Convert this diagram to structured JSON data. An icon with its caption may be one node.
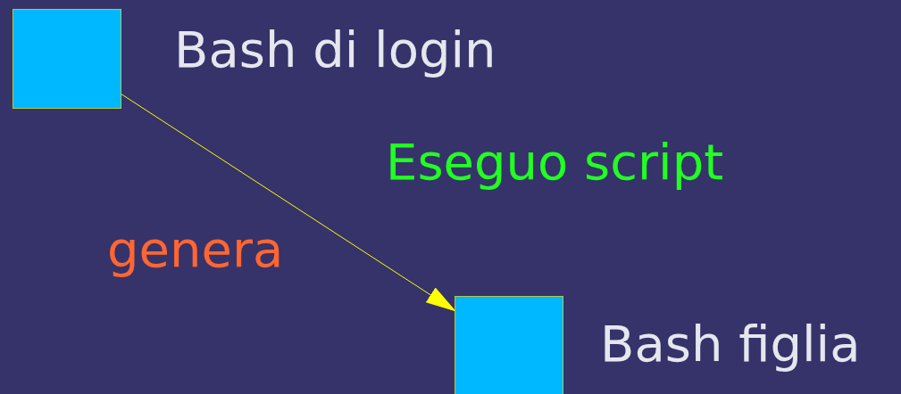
{
  "diagram": {
    "nodes": [
      {
        "text": [],
        "shape": "box",
        "beside": [
          "Bash di login"
        ]
      },
      {
        "text": [],
        "shape": "box",
        "beside": [
          "Bash figlia"
        ]
      }
    ],
    "edges": [
      {
        "from": 0,
        "to": 1,
        "arrow": "to",
        "label": "genera",
        "color": "#ffff00"
      }
    ],
    "labels": [
      "Eseguo script"
    ]
  }
}
